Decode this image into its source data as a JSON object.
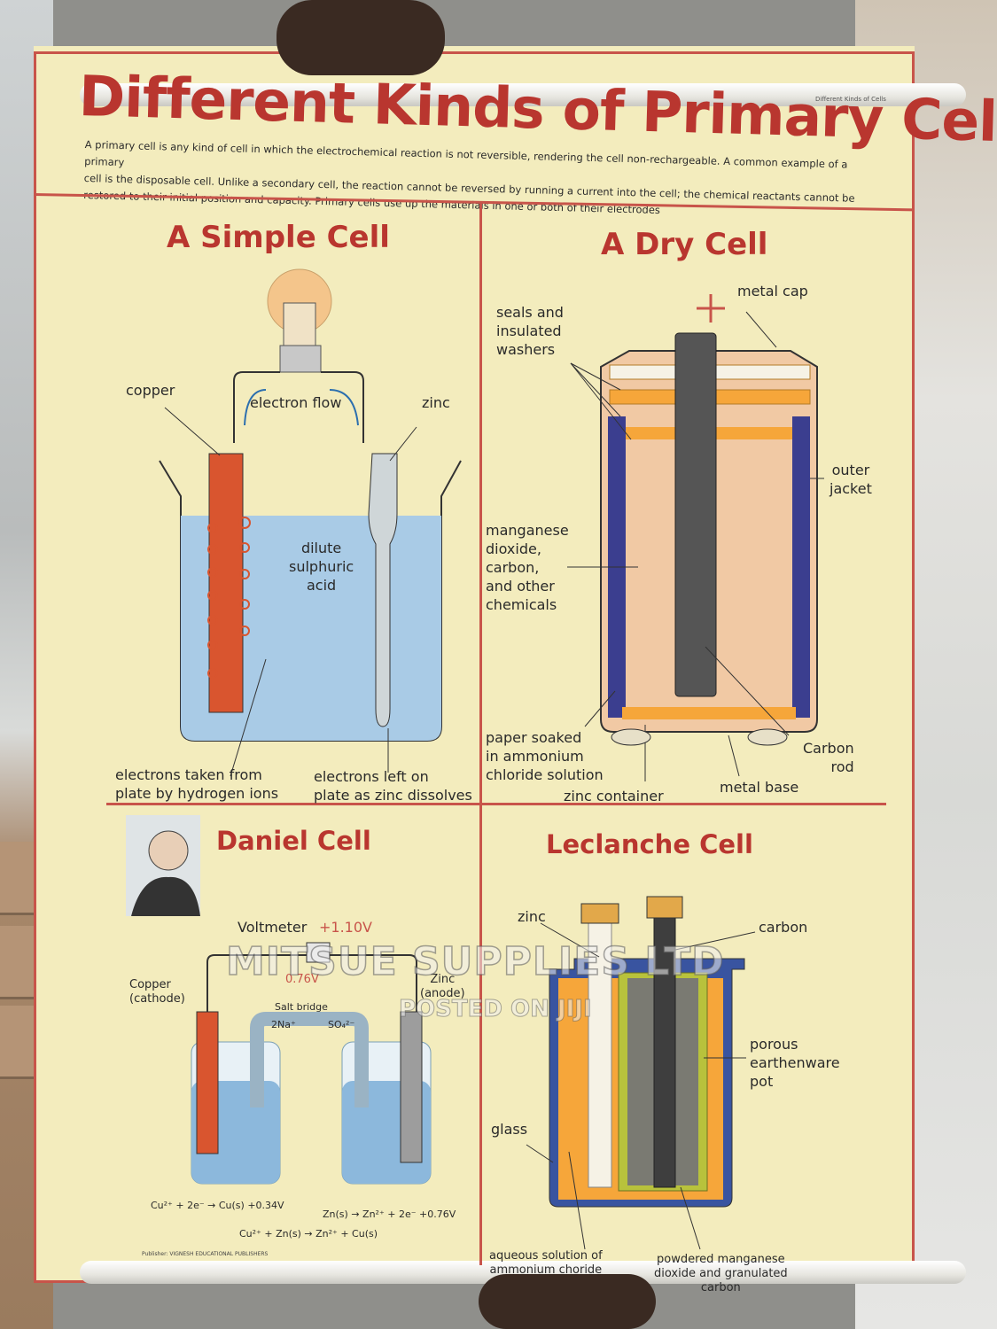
{
  "poster": {
    "title": "Different Kinds of Primary Cells",
    "corner_tag": "Different Kinds of Cells",
    "intro_line1": "A primary cell is any kind of cell in which the electrochemical reaction is not reversible, rendering the cell non-rechargeable. A common example of a primary",
    "intro_line2": "cell is the disposable cell. Unlike a secondary cell, the reaction cannot be reversed by running a current into the cell; the chemical reactants cannot be",
    "intro_line3": "restored to their initial position and capacity. Primary cells use up the materials in one or both of their electrodes",
    "publisher": "Publisher: VIGNESH EDUCATIONAL PUBLISHERS"
  },
  "simple_cell": {
    "title": "A Simple Cell",
    "copper": "copper",
    "electron_flow": "electron flow",
    "zinc": "zinc",
    "acid_1": "dilute",
    "acid_2": "sulphuric",
    "acid_3": "acid",
    "left_note_1": "electrons taken from",
    "left_note_2": "plate by hydrogen ions",
    "right_note_1": "electrons left on",
    "right_note_2": "plate as zinc dissolves"
  },
  "dry_cell": {
    "title": "A Dry Cell",
    "metal_cap": "metal cap",
    "seals_1": "seals and",
    "seals_2": "insulated",
    "seals_3": "washers",
    "outer_1": "outer",
    "outer_2": "jacket",
    "mn_1": "manganese",
    "mn_2": "dioxide,",
    "mn_3": "carbon,",
    "mn_4": "and other",
    "mn_5": "chemicals",
    "paper_1": "paper soaked",
    "paper_2": "in ammonium",
    "paper_3": "chloride solution",
    "zinc_container": "zinc container",
    "metal_base": "metal base",
    "carbon_1": "Carbon",
    "carbon_2": "rod"
  },
  "daniel_cell": {
    "title": "Daniel Cell",
    "voltmeter": "Voltmeter",
    "voltage": "+1.10V",
    "neg_voltage": "0.76V",
    "copper_1": "Copper",
    "copper_2": "(cathode)",
    "zinc_1": "Zinc",
    "zinc_2": "(anode)",
    "salt_bridge": "Salt bridge",
    "ion_na": "2Na⁺",
    "ion_so4": "SO₄²⁻",
    "eq_1": "Cu²⁺ + 2e⁻ → Cu(s) +0.34V",
    "eq_2": "Zn(s) → Zn²⁺ + 2e⁻ +0.76V",
    "eq_3": "Cu²⁺ + Zn(s) → Zn²⁺ + Cu(s)"
  },
  "leclanche_cell": {
    "title": "Leclanche Cell",
    "zinc": "zinc",
    "carbon": "carbon",
    "pot_1": "porous",
    "pot_2": "earthenware",
    "pot_3": "pot",
    "glass": "glass",
    "aq_1": "aqueous solution of",
    "aq_2": "ammonium choride",
    "pm_1": "powdered manganese",
    "pm_2": "dioxide and granulated",
    "pm_3": "carbon"
  },
  "watermark": {
    "line1": "MITSUE SUPPLIES LTD",
    "line2": "POSTED ON JIJI"
  },
  "colors": {
    "accent": "#b9362f",
    "poster_bg": "#f3ecbd",
    "electrode_copper": "#d9552f",
    "acid_blue": "#a9cbe6"
  }
}
